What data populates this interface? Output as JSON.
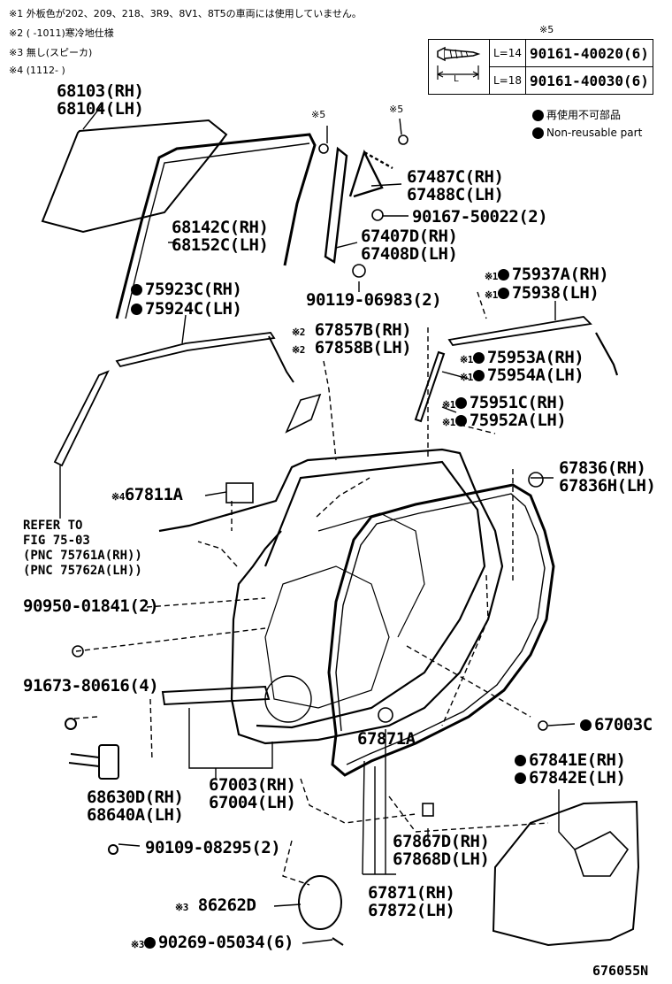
{
  "notes": [
    "※1 外板色が202、209、218、3R9、8V1、8T5の車両には使用していません。",
    "※2 (      -1011)寒冷地仕様",
    "※3 無し(スピーカ)",
    "※4 (1112-      )"
  ],
  "fastener_table": {
    "marker": "※5",
    "length_label": "L",
    "rows": [
      {
        "length": "L=14",
        "part": "90161-40020(6)"
      },
      {
        "length": "L=18",
        "part": "90161-40030(6)"
      }
    ]
  },
  "legend": {
    "jp": "再使用不可部品",
    "en": "Non-reusable part"
  },
  "markers": {
    "m5a": "※5",
    "m5b": "※5"
  },
  "labels": {
    "p68103": "68103(RH)",
    "p68104": "68104(LH)",
    "p68142": "68142C(RH)",
    "p68152": "68152C(LH)",
    "p75923": "75923C(RH)",
    "p75924": "75924C(LH)",
    "p67487": "67487C(RH)",
    "p67488": "67488C(LH)",
    "p90167": "90167-50022(2)",
    "p67407": "67407D(RH)",
    "p67408": "67408D(LH)",
    "p90119": "90119-06983(2)",
    "p75937_m": "※1",
    "p75937": "75937A(RH)",
    "p75938_m": "※1",
    "p75938": "75938(LH)",
    "p67857_m": "※2",
    "p67857": "67857B(RH)",
    "p67858_m": "※2",
    "p67858": "67858B(LH)",
    "p75953_m": "※1",
    "p75953": "75953A(RH)",
    "p75954_m": "※1",
    "p75954": "75954A(LH)",
    "p75951_m": "※1",
    "p75951": "75951C(RH)",
    "p75952_m": "※1",
    "p75952": "75952A(LH)",
    "p67811_m": "※4",
    "p67811": "67811A",
    "p67836": "67836(RH)",
    "p67836h": "67836H(LH)",
    "ref1": "REFER TO",
    "ref2": "FIG 75-03",
    "ref3": "(PNC 75761A(RH))",
    "ref4": "(PNC 75762A(LH))",
    "p90950": "90950-01841(2)",
    "p91673": "91673-80616(4)",
    "p67003c": "67003C",
    "p67871a": "67871A",
    "p67841": "67841E(RH)",
    "p67842": "67842E(LH)",
    "p68630": "68630D(RH)",
    "p68640": "68640A(LH)",
    "p67003": "67003(RH)",
    "p67004": "67004(LH)",
    "p90109": "90109-08295(2)",
    "p67867": "67867D(RH)",
    "p67868": "67868D(LH)",
    "p67871": "67871(RH)",
    "p67872": "67872(LH)",
    "p86262_m": "※3",
    "p86262": "86262D",
    "p90269_m": "※3",
    "p90269": "90269-05034(6)",
    "fig": "676055N"
  }
}
